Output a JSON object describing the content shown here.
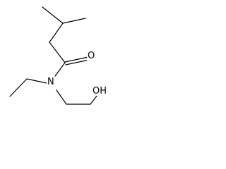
{
  "molecule": {
    "atoms": {
      "oxygen_carbonyl": "O",
      "nitrogen": "N",
      "hydroxyl": "OH"
    },
    "bond_color": "#000000",
    "background_color": "#ffffff"
  }
}
